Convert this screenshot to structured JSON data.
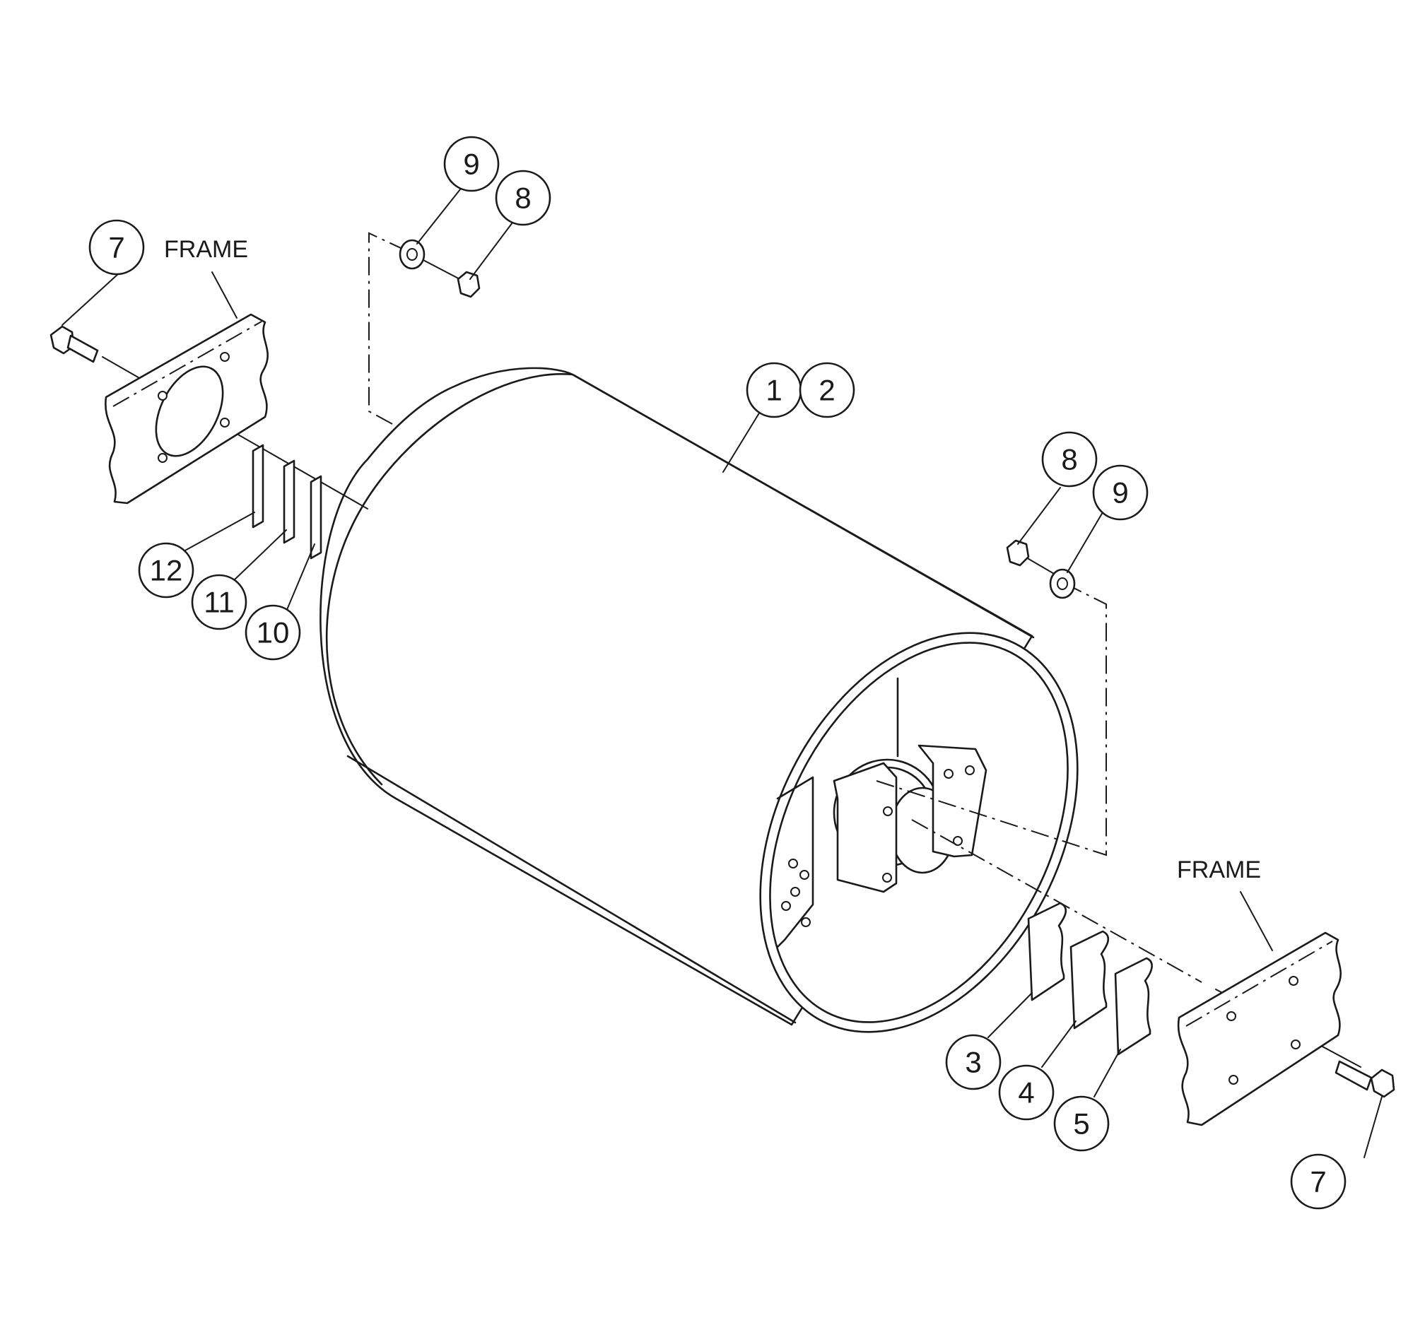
{
  "callouts": {
    "c1": "1",
    "c2": "2",
    "c3": "3",
    "c4": "4",
    "c5": "5",
    "c7_left": "7",
    "c7_right": "7",
    "c8_top": "8",
    "c8_right": "8",
    "c9_top": "9",
    "c9_right": "9",
    "c10": "10",
    "c11": "11",
    "c12": "12"
  },
  "labels": {
    "frame_left": "FRAME",
    "frame_right": "FRAME"
  }
}
